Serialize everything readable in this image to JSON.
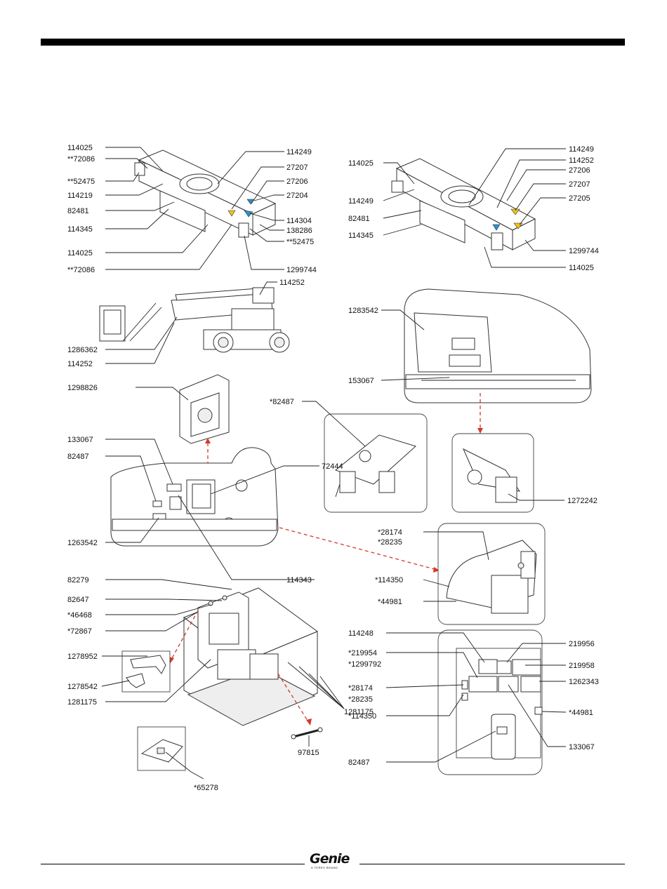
{
  "brand": {
    "logo_text": "Genie",
    "logo_sub": "A TEREX BRAND"
  },
  "colors": {
    "rule": "#000000",
    "arrow_red": "#d43a2a",
    "decal_yellow": "#f0c419",
    "decal_blue": "#2b8fd0"
  },
  "labels": {
    "tl": [
      "114025",
      "**72086",
      "**52475",
      "114219",
      "82481",
      "114345",
      "114025",
      "**72086"
    ],
    "tr_mid": [
      "114249",
      "27207",
      "27206",
      "27204",
      "114304",
      "138286",
      "**52475",
      "1299744"
    ],
    "boom": [
      "114252",
      "1286362",
      "114252"
    ],
    "tr_left": [
      "114025",
      "114249",
      "82481",
      "114345"
    ],
    "tr_right": [
      "114249",
      "114252",
      "27206",
      "27207",
      "27205",
      "1299744",
      "114025"
    ],
    "hood": [
      "1283542",
      "153067"
    ],
    "mid_left": [
      "1298826",
      "133067",
      "82487",
      "1263542",
      "72444"
    ],
    "detail_hinge": "*82487",
    "detail_pin": "1272242",
    "detail_cover": [
      "*28174",
      "*28235",
      "*114350",
      "*44981"
    ],
    "platform": [
      "114343",
      "82279",
      "82647",
      "*46468",
      "*72867",
      "1278952",
      "1278542",
      "1281175",
      "1281175",
      "97815",
      "*65278"
    ],
    "panel_left": [
      "114248",
      "*219954",
      "*1299792",
      "*28174",
      "*28235",
      "*114350",
      "82487"
    ],
    "panel_right": [
      "219956",
      "219958",
      "1262343",
      "*44981",
      "133067"
    ]
  }
}
